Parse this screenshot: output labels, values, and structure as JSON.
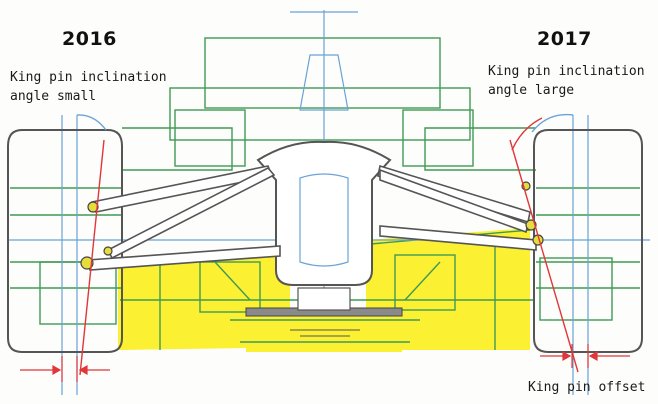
{
  "labels": {
    "year_left": "2016",
    "year_right": "2017",
    "kpi_small_line1": "King pin inclination",
    "kpi_small_line2": "angle small",
    "kpi_large_line1": "King pin inclination",
    "kpi_large_line2": "angle large",
    "king_pin_offset": "King pin offset"
  },
  "colors": {
    "floor_yellow": "#fbf031",
    "structure_green": "#3f9a55",
    "centerline_blue": "#6aa3d8",
    "king_pin_red": "#e0373a",
    "outline_dark": "#5a5a5a",
    "joint_yellow": "#e6dc3c"
  }
}
